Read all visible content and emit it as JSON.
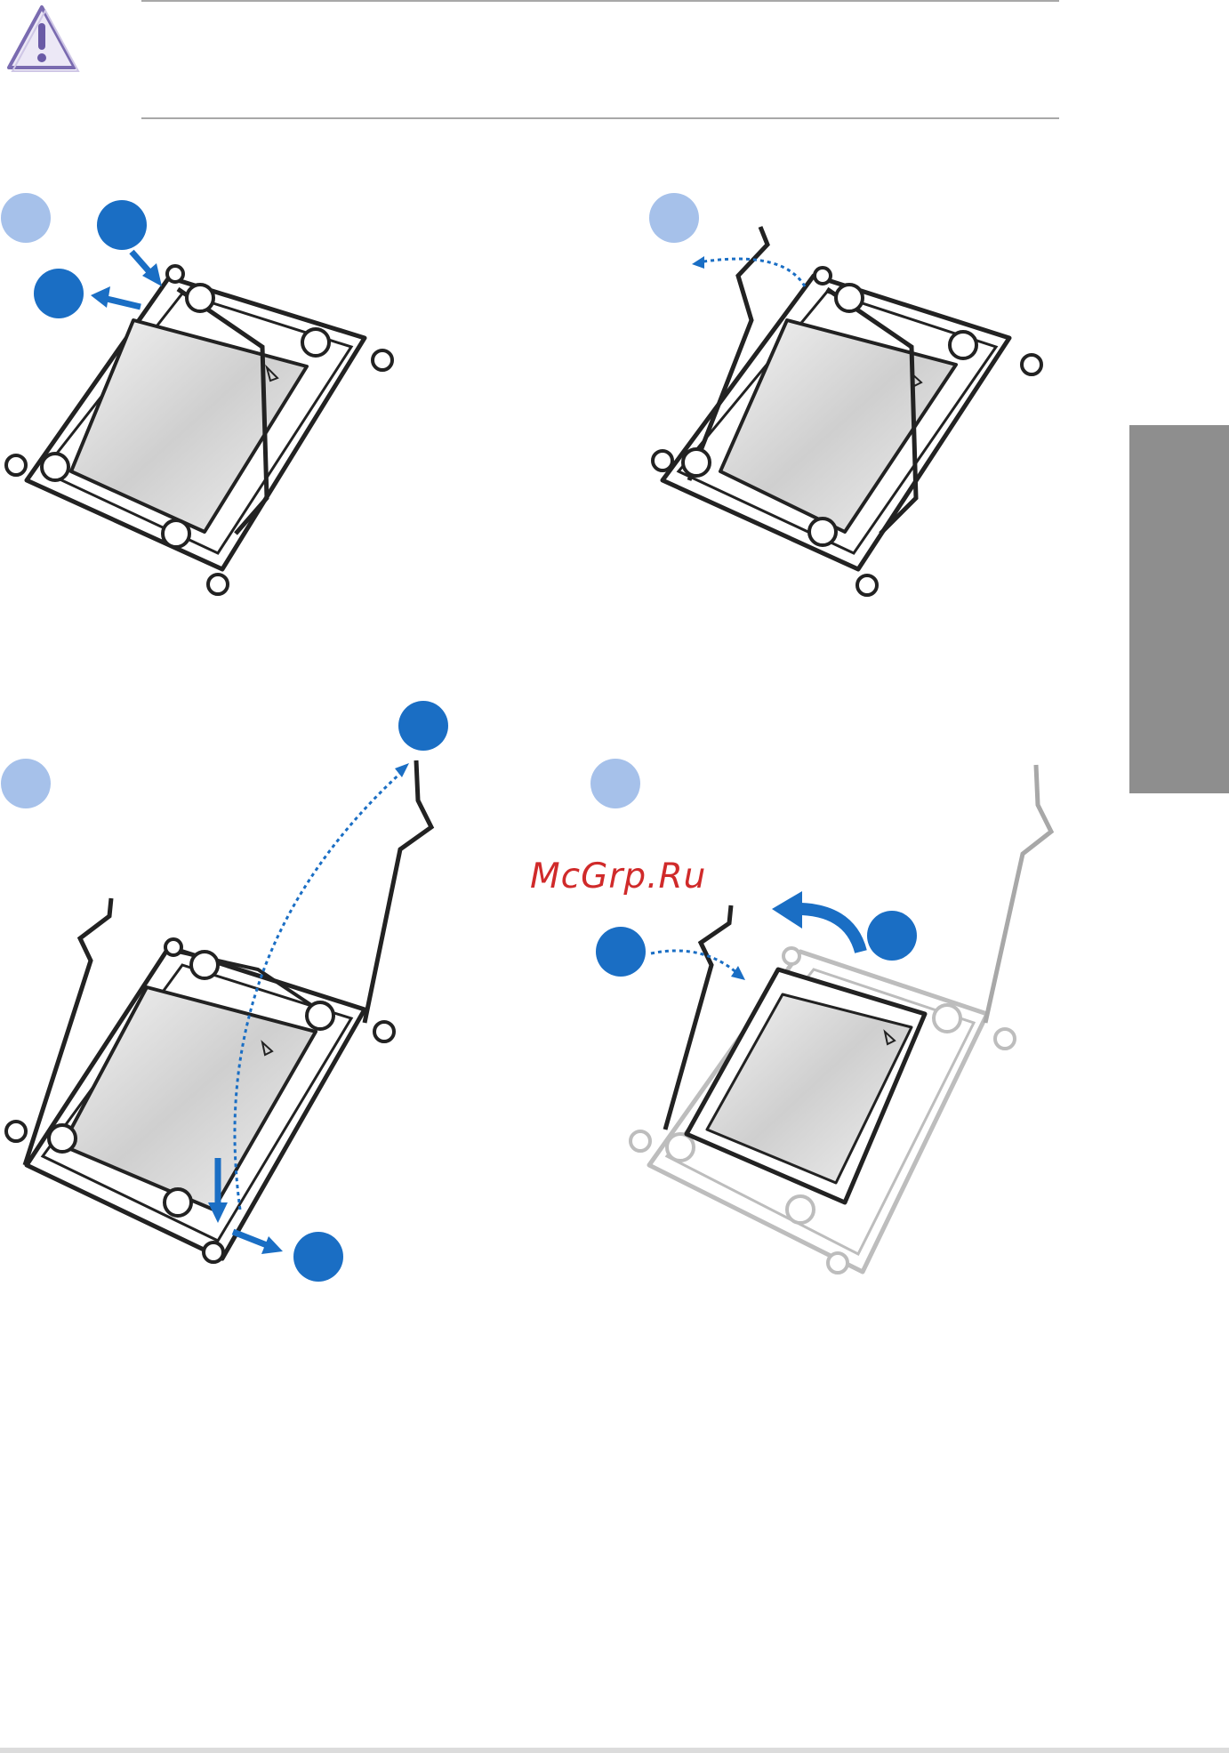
{
  "header": {
    "warning_icon": "caution-triangle-icon",
    "notice_text": ""
  },
  "side_tab": {
    "label": ""
  },
  "watermark": {
    "text": "McGrp.Ru"
  },
  "colors": {
    "step_light": "#a6c1ea",
    "step_dark": "#1a6ec4",
    "arrow": "#1a6ec4",
    "tab": "#8e8e8e",
    "warning_purple": "#7a6bb0"
  },
  "steps": [
    {
      "id": "A",
      "label": "",
      "sub_markers": [
        "",
        ""
      ]
    },
    {
      "id": "B",
      "label": ""
    },
    {
      "id": "C",
      "label": "",
      "sub_markers": [
        "",
        "",
        ""
      ]
    },
    {
      "id": "D",
      "label": "",
      "sub_markers": [
        "",
        ""
      ]
    }
  ]
}
